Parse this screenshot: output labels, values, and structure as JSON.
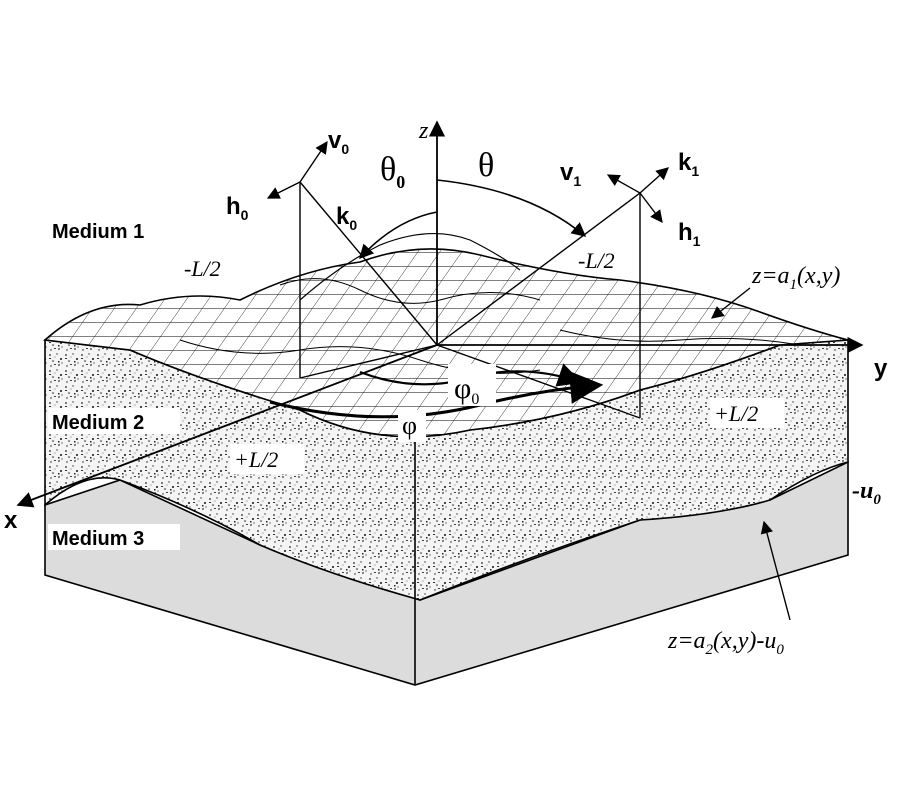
{
  "labels": {
    "medium1": "Medium 1",
    "medium2": "Medium 2",
    "medium3": "Medium 3",
    "axis_x": "x",
    "axis_y": "y",
    "axis_z": "z",
    "theta0": "θ",
    "theta0_sub": "0",
    "theta": "θ",
    "phi0": "φ",
    "phi0_sub": "0",
    "phi": "φ",
    "v0": "v",
    "v0_sub": "0",
    "h0": "h",
    "h0_sub": "0",
    "k0": "k",
    "k0_sub": "0",
    "v1": "v",
    "v1_sub": "1",
    "k1": "k",
    "k1_sub": "1",
    "h1": "h",
    "h1_sub": "1",
    "minus_l2_left": "-L/2",
    "minus_l2_right": "-L/2",
    "plus_l2_left": "+L/2",
    "plus_l2_right": "+L/2",
    "surface1_eq": "z=a",
    "surface1_sub": "1",
    "surface1_args": "(x,y)",
    "surface2_eq": "z=a",
    "surface2_sub": "2",
    "surface2_args": "(x,y)-u",
    "surface2_sub2": "0",
    "depth_label": "-u",
    "depth_sub": "0"
  },
  "colors": {
    "ink": "#000000",
    "medium2_fill": "#e4e4e4",
    "medium3_fill": "#dcdcdc",
    "background": "#ffffff"
  }
}
